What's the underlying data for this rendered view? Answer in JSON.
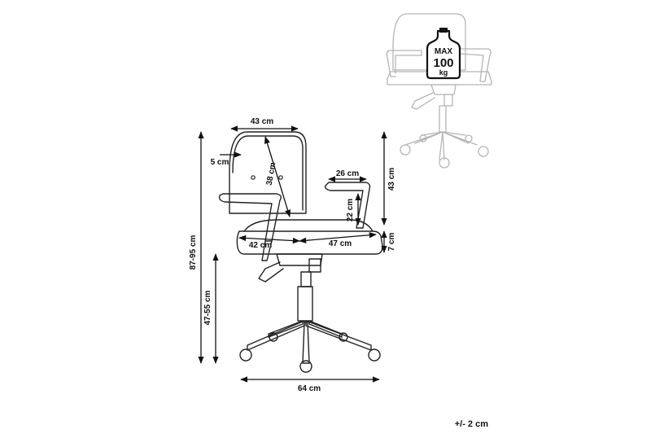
{
  "dimensions": {
    "backrest_width": "43 cm",
    "backrest_offset": "5 cm",
    "backrest_height": "38 cm",
    "armrest_length": "26 cm",
    "armrest_height": "22 cm",
    "backrest_total_height": "43 cm",
    "seat_width": "42 cm",
    "seat_depth": "47 cm",
    "seat_thickness": "7 cm",
    "total_height": "87-95 cm",
    "seat_height": "47-55 cm",
    "base_width": "64 cm"
  },
  "max_load": {
    "line1": "MAX",
    "line2": "100",
    "line3": "kg"
  },
  "tolerance": "+/- 2 cm",
  "colors": {
    "line": "#222222",
    "ghost": "#b5b5b5",
    "text": "#111111"
  }
}
